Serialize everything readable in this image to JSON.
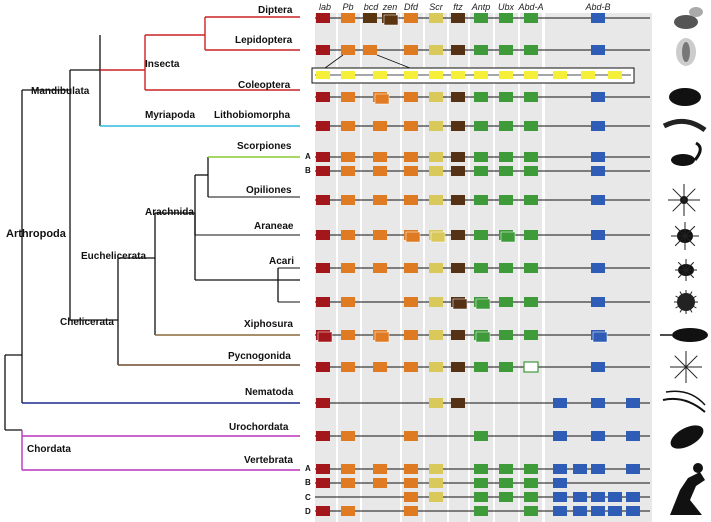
{
  "colors": {
    "lab": "#a3161b",
    "pb": "#e07b23",
    "hox3": "#5a3510",
    "dfd": "#de7a22",
    "scr": "#d9c95a",
    "ftz": "#553115",
    "antp": "#3f9a3a",
    "ubx": "#3f9a3a",
    "abda": "#3f9a3a",
    "abdb": "#2f5cb5",
    "yellow": "#f6ef3a",
    "insecta": "#cc2222",
    "myriapoda": "#33bbdd",
    "scorpiones": "#88cc33",
    "xiphosura": "#8a6a3a",
    "pycnogonida": "#6e4d2e",
    "nematoda": "#1a2a88",
    "chordata": "#bb33bb",
    "panel": "#e8e8e8"
  },
  "gene_headers": [
    "lab",
    "Pb",
    "bcd",
    "zen",
    "Dfd",
    "Scr",
    "ftz",
    "Antp",
    "Ubx",
    "Abd-A",
    "Abd-B"
  ],
  "tree_labels": {
    "arthropoda": "Arthropoda",
    "mandibulata": "Mandibulata",
    "insecta": "Insecta",
    "chelicerata": "Chelicerata",
    "euchelicerata": "Euchelicerata",
    "arachnida": "Arachnida",
    "chordata": "Chordata"
  },
  "taxa": {
    "diptera": "Diptera",
    "lepidoptera": "Lepidoptera",
    "coleoptera": "Coleoptera",
    "myriapoda": "Myriapoda",
    "lithobiomorpha": "Lithobiomorpha",
    "scorpiones": "Scorpiones",
    "opiliones": "Opiliones",
    "araneae": "Araneae",
    "acari": "Acari",
    "xiphosura": "Xiphosura",
    "pycnogonida": "Pycnogonida",
    "nematoda": "Nematoda",
    "urochordata": "Urochordata",
    "vertebrata": "Vertebrata"
  },
  "row_letters": [
    "A",
    "B",
    "A",
    "B",
    "C",
    "D"
  ],
  "organisms": [
    "fly-icon",
    "moth-icon",
    "beetle-icon",
    "centipede-icon",
    "scorpion-icon",
    "harvestman-icon",
    "spider-icon",
    "tick-icon",
    "mite-icon",
    "horseshoe-crab-icon",
    "sea-spider-icon",
    "nematode-icon",
    "tunicate-icon",
    "human-icon"
  ]
}
